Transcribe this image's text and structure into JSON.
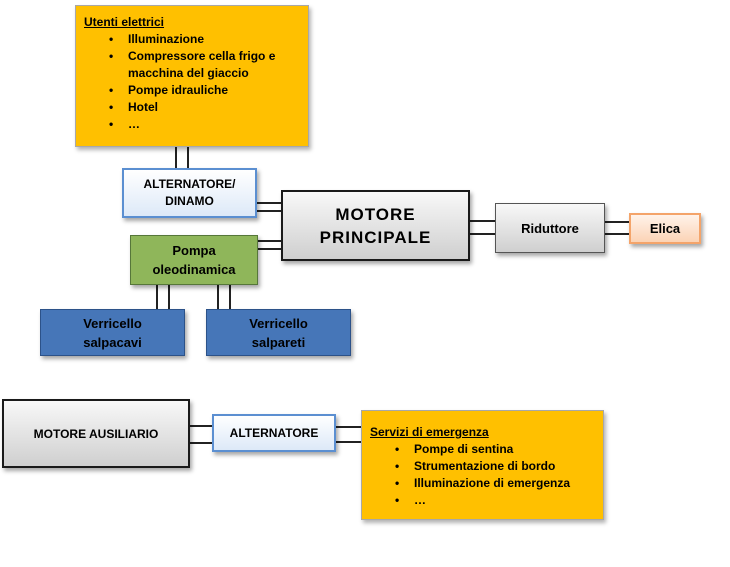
{
  "electric_users": {
    "title": "Utenti elettrici",
    "items": [
      "Illuminazione",
      "Compressore cella frigo e macchina del giaccio",
      "Pompe idrauliche",
      "Hotel",
      "…"
    ]
  },
  "alternator_dynamo": {
    "line1": "ALTERNATORE/",
    "line2": "DINAMO"
  },
  "main_engine": {
    "line1": "MOTORE",
    "line2": "PRINCIPALE"
  },
  "reducer": {
    "label": "Riduttore"
  },
  "propeller": {
    "label": "Elica"
  },
  "hydraulic_pump": {
    "line1": "Pompa",
    "line2": "oleodinamica"
  },
  "winch_cables": {
    "line1": "Verricello",
    "line2": "salpacavi"
  },
  "winch_nets": {
    "line1": "Verricello",
    "line2": "salpareti"
  },
  "aux_engine": {
    "label": "MOTORE AUSILIARIO"
  },
  "alternator": {
    "label": "ALTERNATORE"
  },
  "emergency_services": {
    "title": "Servizi di emergenza",
    "items": [
      "Pompe di sentina",
      "Strumentazione di bordo",
      "Illuminazione di emergenza",
      "…"
    ]
  }
}
